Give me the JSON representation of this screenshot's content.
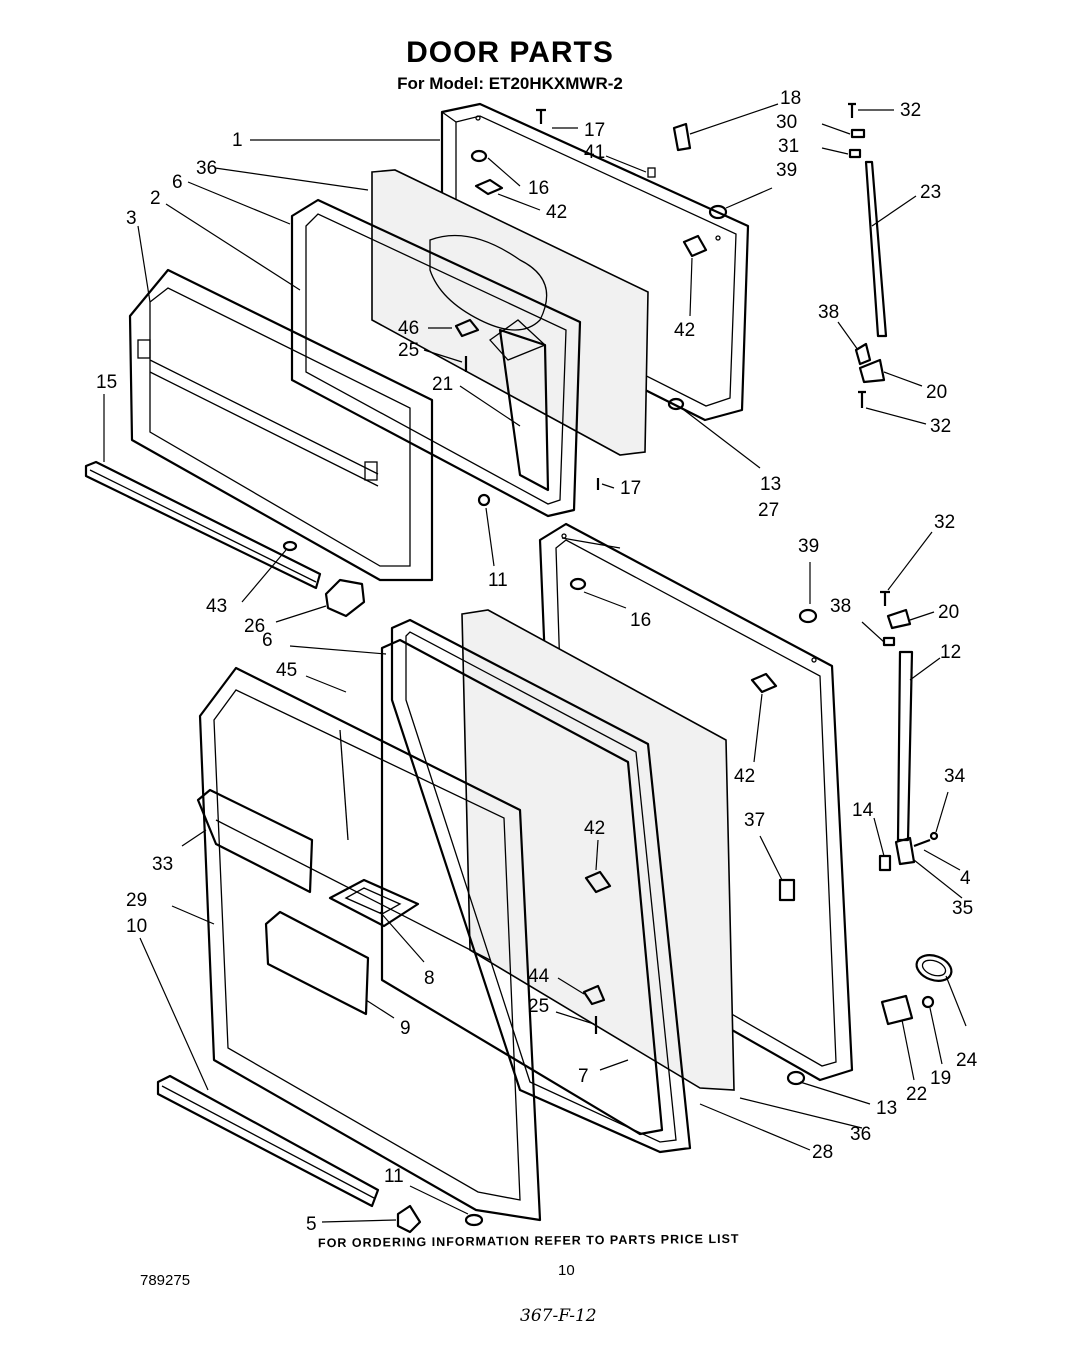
{
  "header": {
    "title": "DOOR PARTS",
    "model_line": "For Model: ET20HKXMWR-2"
  },
  "footer": {
    "ordering_note": "FOR ORDERING INFORMATION REFER TO PARTS PRICE LIST",
    "page_number": "10",
    "diagram_id": "789275",
    "handwritten_code": "367-F-12"
  },
  "callouts": {
    "c1": "1",
    "c2": "2",
    "c3": "3",
    "c4": "4",
    "c5": "5",
    "c6a": "6",
    "c6b": "6",
    "c7": "7",
    "c8": "8",
    "c9": "9",
    "c10": "10",
    "c11a": "11",
    "c11b": "11",
    "c12": "12",
    "c13a": "13",
    "c13b": "13",
    "c14": "14",
    "c15": "15",
    "c16a": "16",
    "c16b": "16",
    "c17a": "17",
    "c17b": "17",
    "c18": "18",
    "c19": "19",
    "c20a": "20",
    "c20b": "20",
    "c21": "21",
    "c22": "22",
    "c23": "23",
    "c24": "24",
    "c25a": "25",
    "c25b": "25",
    "c26": "26",
    "c27": "27",
    "c28": "28",
    "c29": "29",
    "c30": "30",
    "c31": "31",
    "c32a": "32",
    "c32b": "32",
    "c32c": "32",
    "c33": "33",
    "c34": "34",
    "c35": "35",
    "c36a": "36",
    "c36b": "36",
    "c37": "37",
    "c38a": "38",
    "c38b": "38",
    "c39a": "39",
    "c39b": "39",
    "c41": "41",
    "c42a": "42",
    "c42b": "42",
    "c42c": "42",
    "c42d": "42",
    "c43": "43",
    "c44": "44",
    "c45": "45",
    "c46": "46"
  }
}
